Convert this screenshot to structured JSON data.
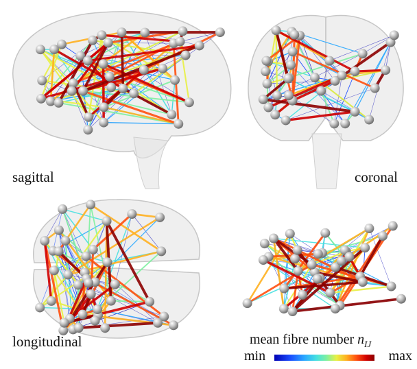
{
  "views": [
    {
      "id": "sagittal",
      "label": "sagittal"
    },
    {
      "id": "coronal",
      "label": "coronal"
    },
    {
      "id": "longitudinal",
      "label": "longitudinal"
    },
    {
      "id": "perspective",
      "label": ""
    }
  ],
  "colorbar": {
    "title_text": "mean fibre number",
    "symbol": "n",
    "subscript": "IJ",
    "min_label": "min",
    "max_label": "max",
    "colors": [
      "#0000b4",
      "#1a4dff",
      "#2aa8ff",
      "#46e0e0",
      "#7ef0a0",
      "#e8f044",
      "#ffb020",
      "#ff5010",
      "#d00000",
      "#8c0000"
    ]
  }
}
